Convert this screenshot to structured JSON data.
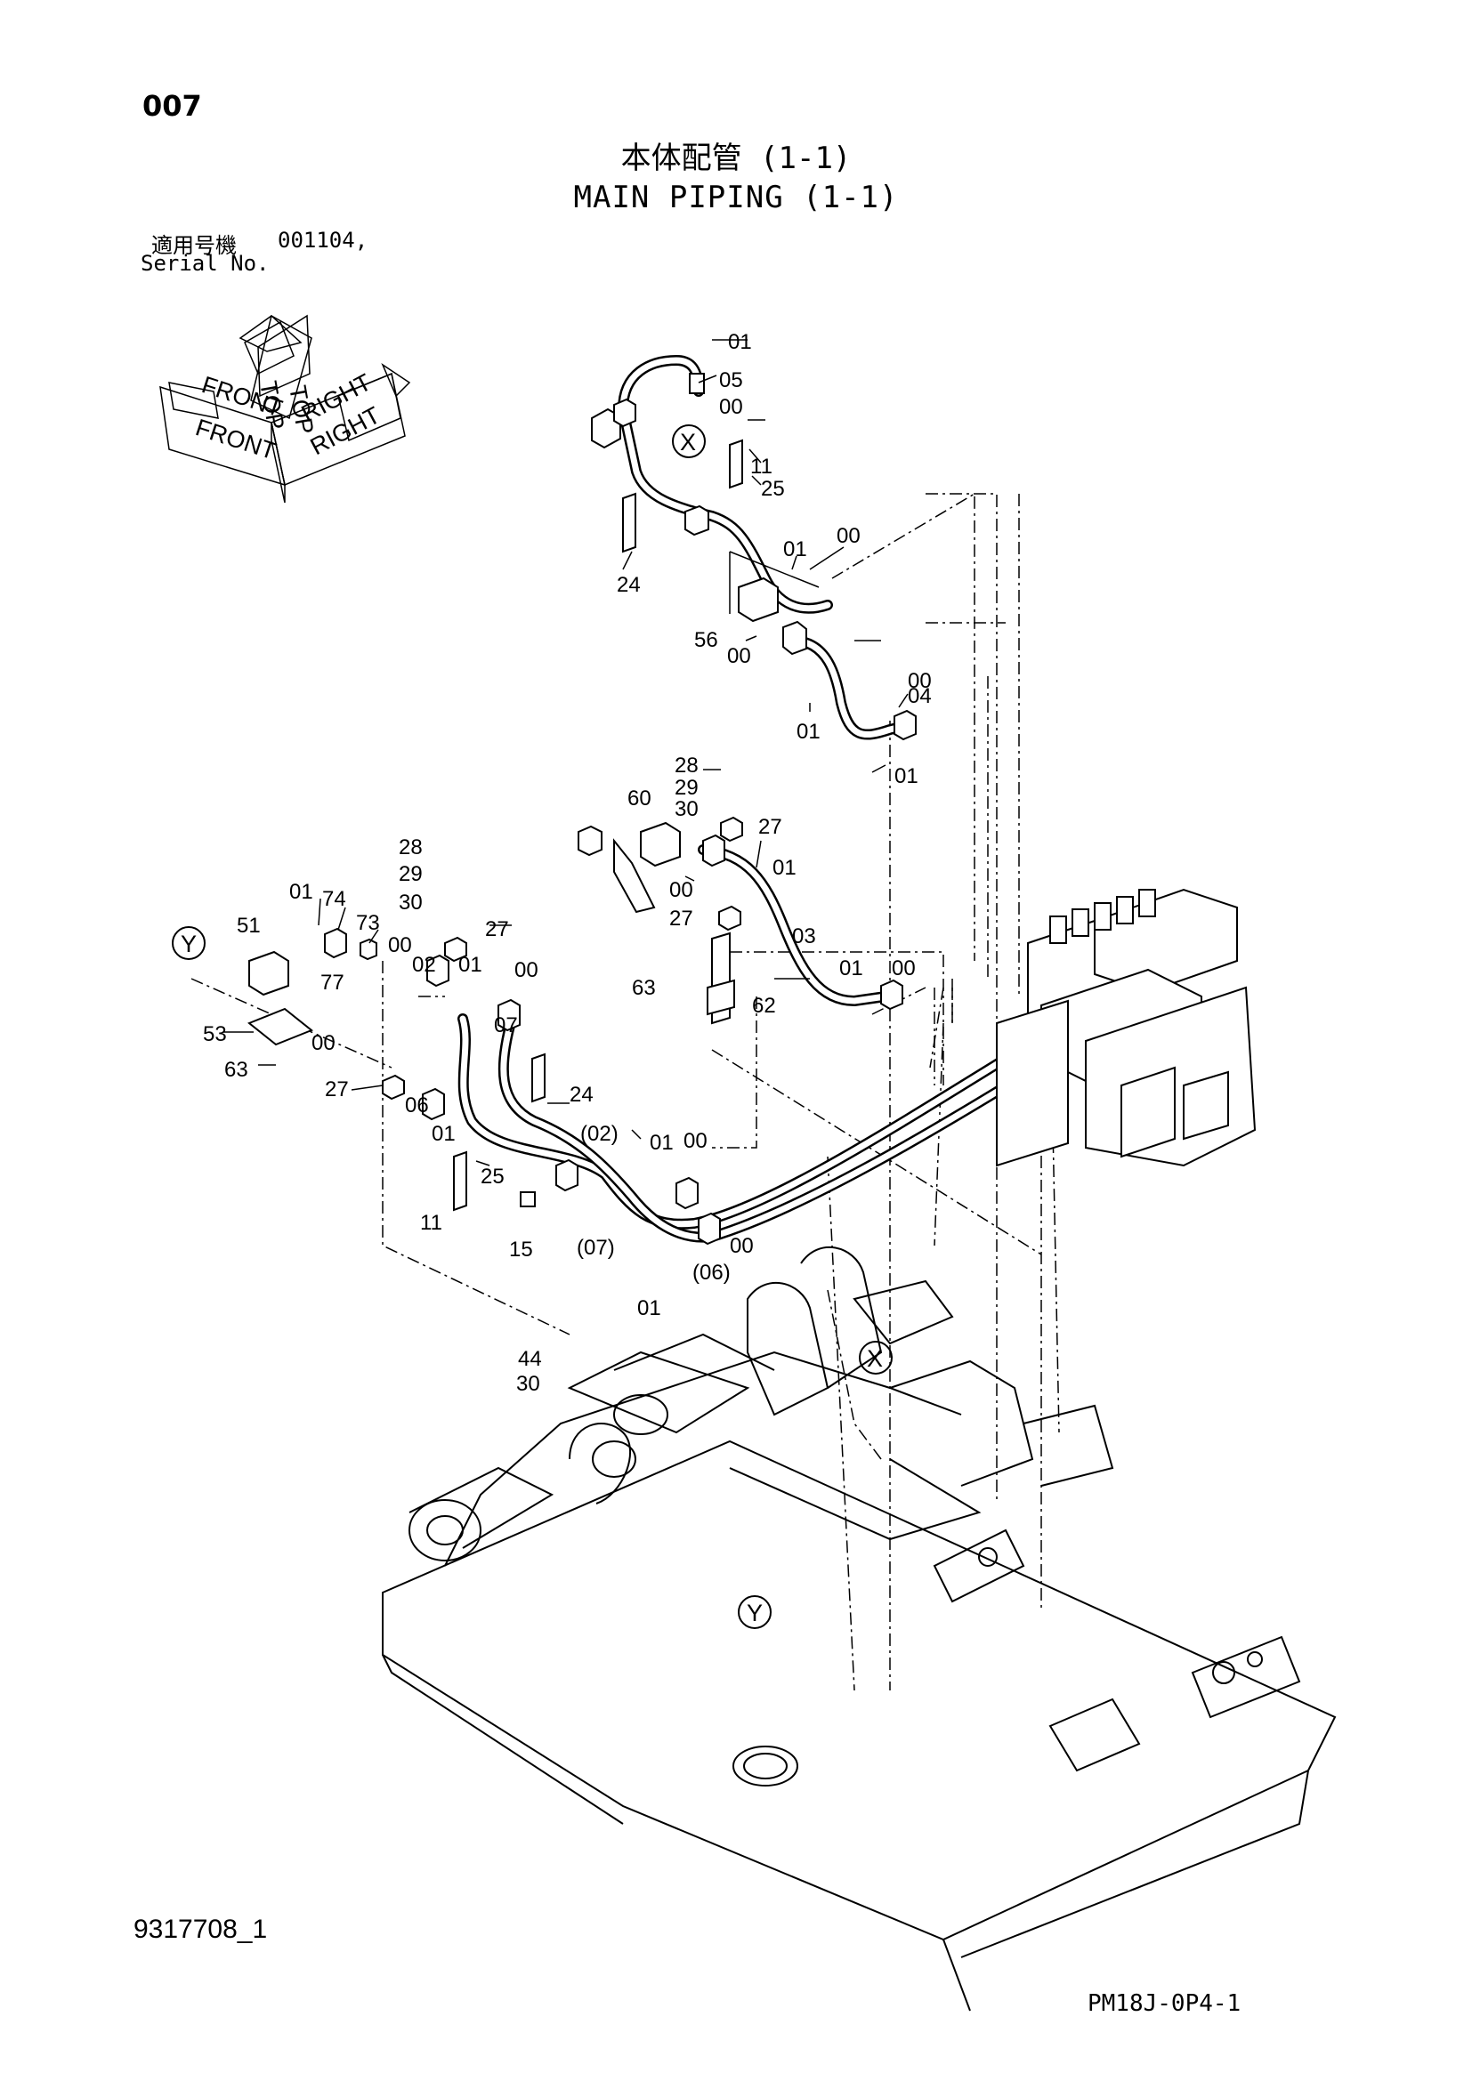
{
  "page_number": "007",
  "title_jp": "本体配管 (1-1)",
  "title_en": "MAIN PIPING (1-1)",
  "serial_label_jp": "適用号機",
  "serial_value": "001104,",
  "serial_label_en": "Serial No.",
  "doc_number": "9317708_1",
  "page_code": "PM18J-0P4-1",
  "orientation": {
    "top": "TOP",
    "front": "FRONT",
    "right": "RIGHT"
  },
  "callouts": [
    {
      "id": "c1",
      "text": "01"
    },
    {
      "id": "c2",
      "text": "05"
    },
    {
      "id": "c3",
      "text": "00"
    },
    {
      "id": "c4",
      "text": "11"
    },
    {
      "id": "c5",
      "text": "25"
    },
    {
      "id": "c6",
      "text": "01"
    },
    {
      "id": "c7",
      "text": "00"
    },
    {
      "id": "c8",
      "text": "24"
    },
    {
      "id": "c9",
      "text": "56"
    },
    {
      "id": "c10",
      "text": "00"
    },
    {
      "id": "c11",
      "text": "04"
    },
    {
      "id": "c12",
      "text": "00"
    },
    {
      "id": "c13",
      "text": "01"
    },
    {
      "id": "c14",
      "text": "01"
    },
    {
      "id": "c15",
      "text": "28"
    },
    {
      "id": "c16",
      "text": "29"
    },
    {
      "id": "c17",
      "text": "30"
    },
    {
      "id": "c18",
      "text": "60"
    },
    {
      "id": "c19",
      "text": "27"
    },
    {
      "id": "c20",
      "text": "01"
    },
    {
      "id": "c21",
      "text": "00"
    },
    {
      "id": "c22",
      "text": "27"
    },
    {
      "id": "c23",
      "text": "03"
    },
    {
      "id": "c24",
      "text": "01"
    },
    {
      "id": "c25",
      "text": "00"
    },
    {
      "id": "c26",
      "text": "63"
    },
    {
      "id": "c27",
      "text": "62"
    },
    {
      "id": "c28",
      "text": "28"
    },
    {
      "id": "c29",
      "text": "29"
    },
    {
      "id": "c30",
      "text": "30"
    },
    {
      "id": "c31",
      "text": "27"
    },
    {
      "id": "c32",
      "text": "01"
    },
    {
      "id": "c33",
      "text": "74"
    },
    {
      "id": "c34",
      "text": "73"
    },
    {
      "id": "c35",
      "text": "00"
    },
    {
      "id": "c36",
      "text": "02"
    },
    {
      "id": "c37",
      "text": "01"
    },
    {
      "id": "c38",
      "text": "00"
    },
    {
      "id": "c39",
      "text": "51"
    },
    {
      "id": "c40",
      "text": "77"
    },
    {
      "id": "c41",
      "text": "00"
    },
    {
      "id": "c42",
      "text": "53"
    },
    {
      "id": "c43",
      "text": "63"
    },
    {
      "id": "c44",
      "text": "07"
    },
    {
      "id": "c45",
      "text": "27"
    },
    {
      "id": "c46",
      "text": "06"
    },
    {
      "id": "c47",
      "text": "24"
    },
    {
      "id": "c48",
      "text": "01"
    },
    {
      "id": "c49",
      "text": "(02)"
    },
    {
      "id": "c50",
      "text": "01"
    },
    {
      "id": "c51",
      "text": "00"
    },
    {
      "id": "c52",
      "text": "25"
    },
    {
      "id": "c53",
      "text": "11"
    },
    {
      "id": "c54",
      "text": "15"
    },
    {
      "id": "c55",
      "text": "(07)"
    },
    {
      "id": "c56",
      "text": "00"
    },
    {
      "id": "c57",
      "text": "(06)"
    },
    {
      "id": "c58",
      "text": "01"
    },
    {
      "id": "c59",
      "text": "44"
    },
    {
      "id": "c60",
      "text": "30"
    }
  ],
  "markers": [
    {
      "id": "m1",
      "text": "X"
    },
    {
      "id": "m2",
      "text": "Y"
    },
    {
      "id": "m3",
      "text": "X"
    },
    {
      "id": "m4",
      "text": "Y"
    }
  ]
}
